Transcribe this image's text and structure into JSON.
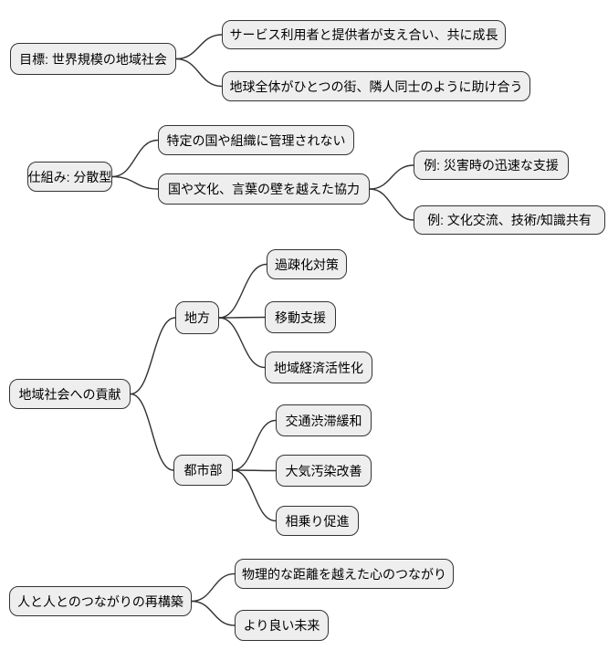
{
  "diagram": {
    "type": "mindmap",
    "colors": {
      "background": "#ffffff",
      "node_fill": "#eeeeee",
      "node_border": "#333333",
      "line": "#333333",
      "text": "#000000"
    },
    "trees": [
      {
        "root": "目標: 世界規模の地域社会",
        "children": [
          {
            "label": "サービス利用者と提供者が支え合い、共に成長"
          },
          {
            "label": "地球全体がひとつの街、隣人同士のように助け合う"
          }
        ]
      },
      {
        "root": "仕組み: 分散型",
        "children": [
          {
            "label": "特定の国や組織に管理されない"
          },
          {
            "label": "国や文化、言葉の壁を越えた協力",
            "children": [
              {
                "label": "例: 災害時の迅速な支援"
              },
              {
                "label": "例: 文化交流、技術/知識共有"
              }
            ]
          }
        ]
      },
      {
        "root": "地域社会への貢献",
        "children": [
          {
            "label": "地方",
            "children": [
              {
                "label": "過疎化対策"
              },
              {
                "label": "移動支援"
              },
              {
                "label": "地域経済活性化"
              }
            ]
          },
          {
            "label": "都市部",
            "children": [
              {
                "label": "交通渋滞緩和"
              },
              {
                "label": "大気汚染改善"
              },
              {
                "label": "相乗り促進"
              }
            ]
          }
        ]
      },
      {
        "root": "人と人とのつながりの再構築",
        "children": [
          {
            "label": "物理的な距離を越えた心のつながり"
          },
          {
            "label": "より良い未来"
          }
        ]
      }
    ]
  }
}
